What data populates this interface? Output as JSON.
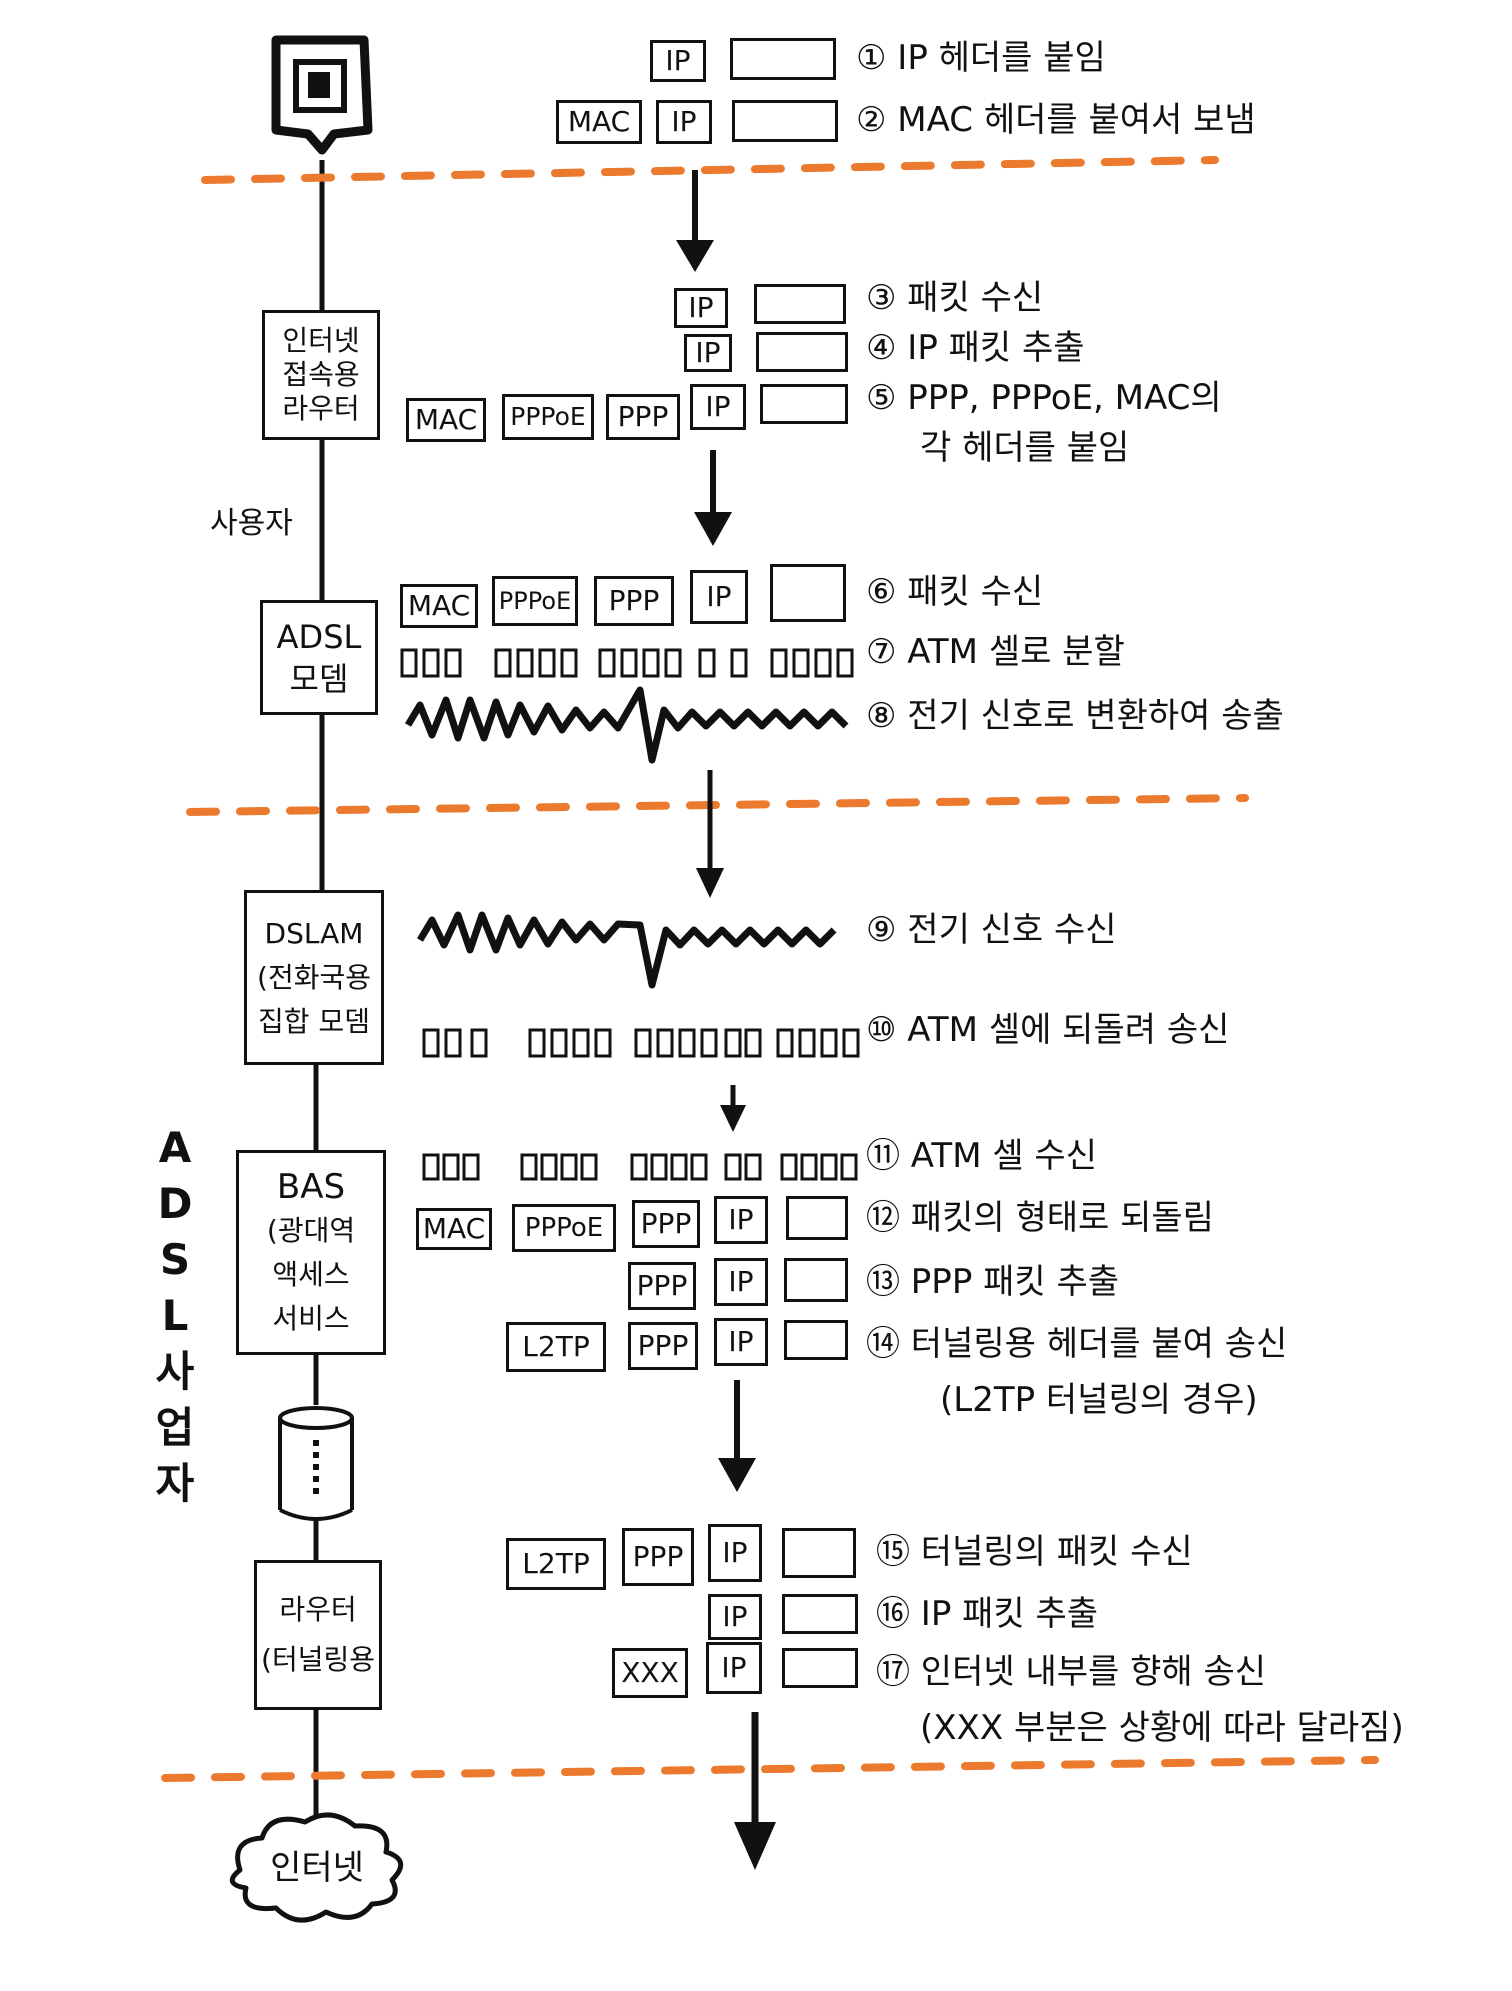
{
  "colors": {
    "ink": "#111111",
    "dash": "#ec7a2e",
    "paper": "#ffffff"
  },
  "icons": {
    "pc": "computer-icon",
    "cloud": "internet-cloud-icon",
    "cylinder": "network-cylinder-icon"
  },
  "nodes": {
    "router_line1": "인터넷",
    "router_line2": "접속용",
    "router_line3": "라우터",
    "user_label": "사용자",
    "adsl_line1": "ADSL",
    "adsl_line2": "모뎀",
    "dslam_line1": "DSLAM",
    "dslam_line2": "(전화국용",
    "dslam_line3": "집합 모뎀",
    "bas_line1": "BAS",
    "bas_line2": "(광대역",
    "bas_line3": "액세스",
    "bas_line4": "서비스",
    "provider_label": "ADSL 사업자",
    "tunnel_router_line1": "라우터",
    "tunnel_router_line2": "(터널링용",
    "internet": "인터넷"
  },
  "headers": {
    "ip": "IP",
    "mac": "MAC",
    "pppoe": "PPPoE",
    "ppp": "PPP",
    "l2tp": "L2TP",
    "xxx": "XXX"
  },
  "steps": [
    "① IP 헤더를 붙임",
    "② MAC 헤더를 붙여서 보냄",
    "③ 패킷 수신",
    "④ IP 패킷 추출",
    "⑤ PPP, PPPoE, MAC의",
    "각 헤더를 붙임",
    "⑥ 패킷 수신",
    "⑦ ATM 셀로 분할",
    "⑧ 전기 신호로 변환하여 송출",
    "⑨ 전기 신호 수신",
    "⑩ ATM 셀에 되돌려 송신",
    "⑪ ATM 셀 수신",
    "⑫ 패킷의 형태로 되돌림",
    "⑬ PPP 패킷 추출",
    "⑭ 터널링용 헤더를 붙여 송신",
    "(L2TP 터널링의 경우)",
    "⑮ 터널링의 패킷 수신",
    "⑯ IP 패킷 추출",
    "⑰ 인터넷 내부를 향해 송신",
    "(XXX 부분은 상황에 따라 달라짐)"
  ]
}
